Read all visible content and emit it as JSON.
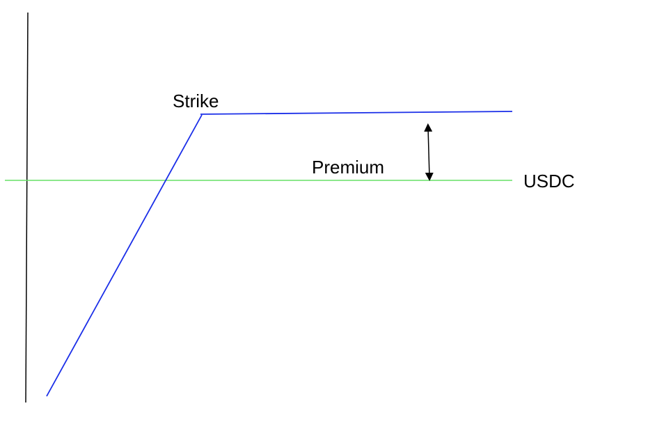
{
  "labels": {
    "strike": "Strike",
    "premium": "Premium",
    "usdc": "USDC"
  },
  "colors": {
    "payoff": "#1a2ee8",
    "usdc_line": "#66e066",
    "axis": "#000000",
    "arrow": "#000000"
  }
}
